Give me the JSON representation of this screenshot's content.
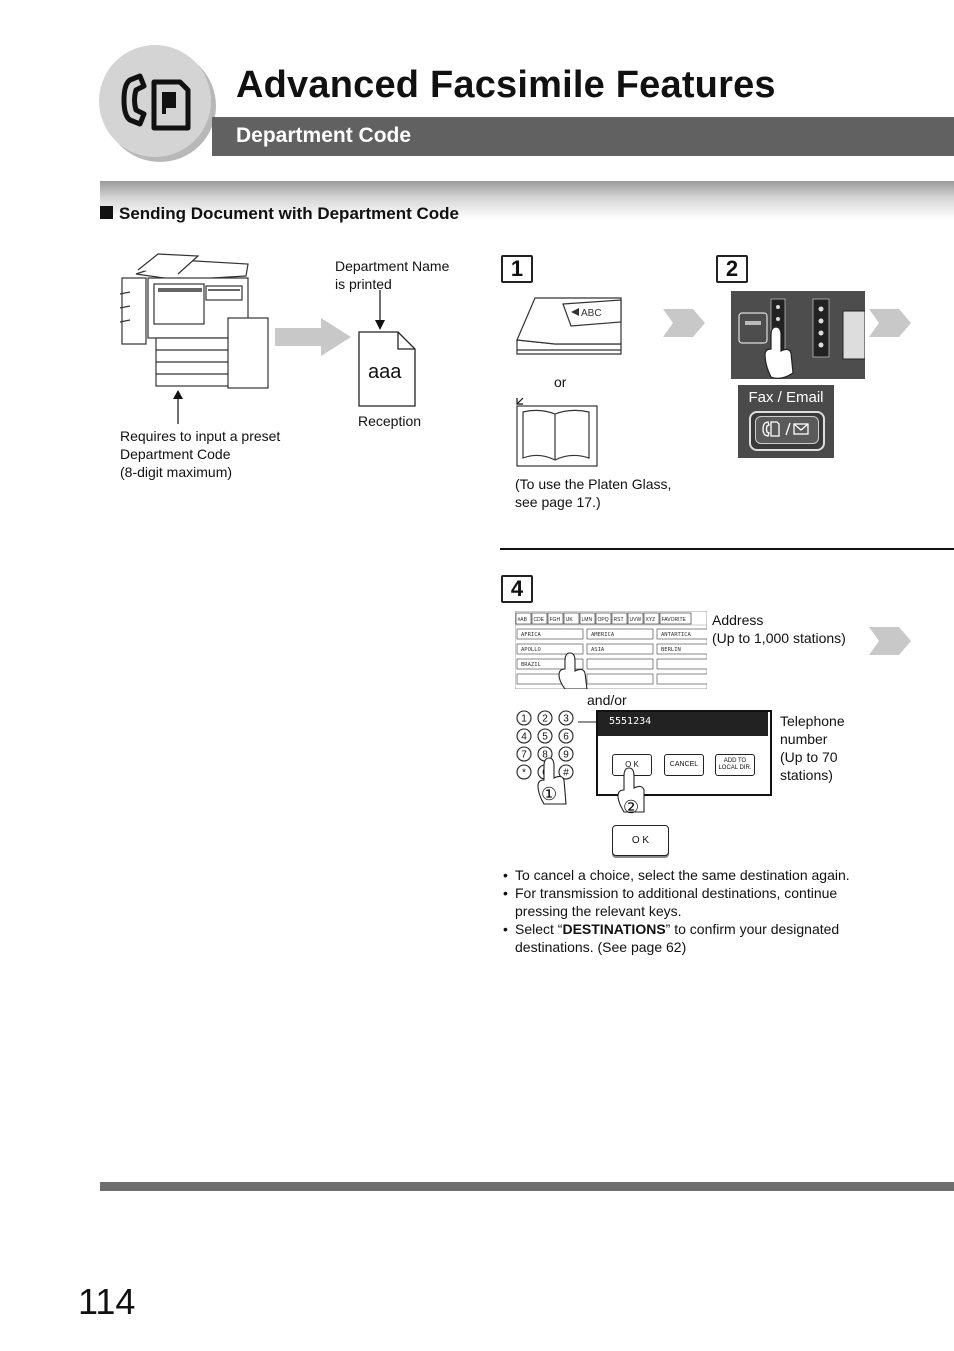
{
  "header": {
    "title": "Advanced Facsimile Features",
    "subtitle": "Department Code",
    "icon": "fax-handset-icon"
  },
  "section": {
    "title": "Sending Document with Department Code"
  },
  "intro": {
    "dept_name_printed": [
      "Department Name",
      "is printed"
    ],
    "doc_text": "aaa",
    "reception": "Reception",
    "requires": [
      "Requires to input a preset",
      "Department Code",
      "(8-digit maximum)"
    ]
  },
  "steps": {
    "s1": {
      "num": "1",
      "or": "or",
      "platen_note": [
        "(To use the Platen Glass,",
        "see page 17.)"
      ],
      "adf_label": "ABC"
    },
    "s2": {
      "num": "2",
      "key_label": "Fax / Email"
    },
    "s4": {
      "num": "4",
      "address_label": [
        "Address",
        "(Up to 1,000 stations)"
      ],
      "andor": "and/or",
      "phone_label": [
        "Telephone",
        "number",
        "(Up to 70",
        "stations)"
      ],
      "tabs": [
        "#AB",
        "CDE",
        "FGH",
        "IJK",
        "LMN",
        "OPQ",
        "RST",
        "UVW",
        "XYZ",
        "FAVORITE"
      ],
      "address_cells": [
        "AFRICA",
        "AMERICA",
        "ANTARTICA",
        "APOLLO",
        "ASIA",
        "BERLIN",
        "BRAZIL"
      ],
      "display_number": "5551234",
      "ok": "O K",
      "cancel": "CANCEL",
      "add_to_local": [
        "ADD TO",
        "LOCAL DIR."
      ],
      "keypad": [
        "1",
        "2",
        "3",
        "4",
        "5",
        "6",
        "7",
        "8",
        "9",
        "*",
        "0",
        "#"
      ],
      "circle1": "①",
      "circle2": "②"
    }
  },
  "notes": {
    "n1": "To cancel a choice, select the same destination again.",
    "n2": "For transmission to additional destinations, continue pressing the relevant keys.",
    "n3_before": "Select “",
    "n3_bold": "DESTINATIONS",
    "n3_after": "” to confirm your designated destinations. (See page 62)"
  },
  "footer": {
    "page_number": "114"
  },
  "colors": {
    "header_bar": "#616161",
    "icon_circle": "#cfcfcf",
    "arrow_gray": "#c8c8c8",
    "panel_dark": "#4a4a4a"
  }
}
